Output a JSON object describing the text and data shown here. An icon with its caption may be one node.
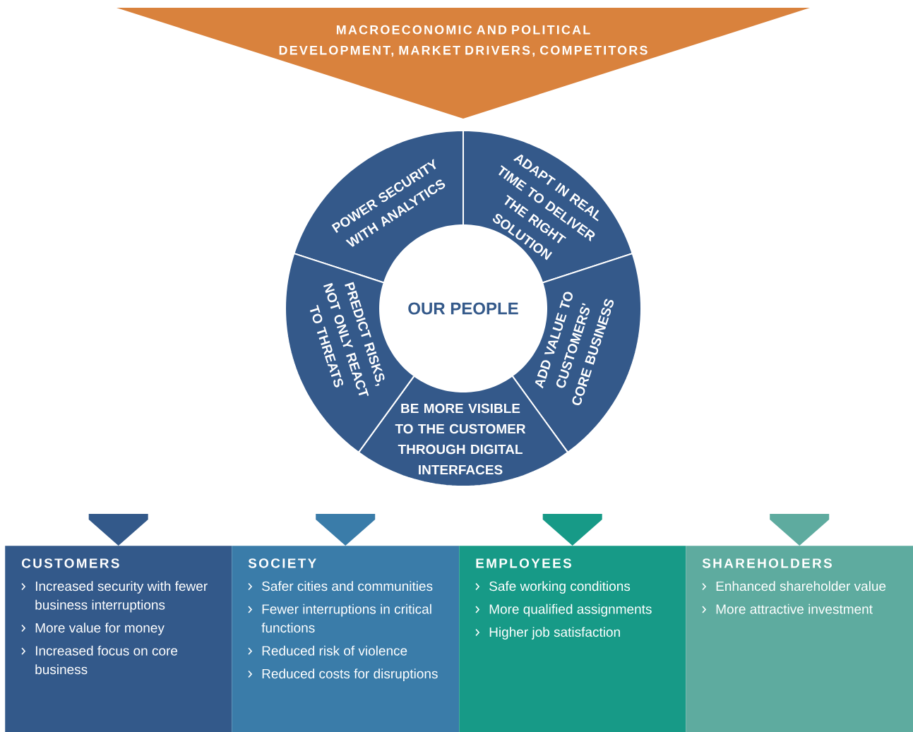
{
  "diagram": {
    "nodes": [
      {
        "text": [
          "MACROECONOMIC AND POLITICAL DEVELOPMENT, MARKET DRIVERS, COMPETITORS"
        ]
      },
      {
        "text": [
          "POWER SECURITY WITH ANALYTICS"
        ]
      },
      {
        "text": [
          "ADAPT IN REAL TIME TO DELIVER THE RIGHT SOLUTION"
        ]
      },
      {
        "text": [
          "ADD VALUE TO CUSTOMERS' CORE BUSINESS"
        ]
      },
      {
        "text": [
          "BE MORE VISIBLE TO THE CUSTOMER THROUGH DIGITAL INTERFACES"
        ]
      },
      {
        "text": [
          "PREDICT RISKS, NOT ONLY REACT TO THREATS"
        ]
      },
      {
        "text": [
          "OUR PEOPLE"
        ]
      },
      {
        "text": [
          "CUSTOMERS",
          "Increased security with fewer business interruptions",
          "More value for money",
          "Increased focus on core business"
        ]
      },
      {
        "text": [
          "SOCIETY",
          "Safer cities and communities",
          "Fewer interruptions in critical functions",
          "Reduced risk of violence",
          "Reduced costs for disruptions"
        ]
      },
      {
        "text": [
          "EMPLOYEES",
          "Safe working conditions",
          "More qualified assignments",
          "Higher job satisfaction"
        ]
      },
      {
        "text": [
          "SHAREHOLDERS",
          "Enhanced shareholder value",
          "More attractive investment"
        ]
      }
    ],
    "edges": [
      {
        "from": null,
        "to": 7,
        "arrow": "to",
        "color": "#33598a"
      },
      {
        "from": null,
        "to": 8,
        "arrow": "to",
        "color": "#3a7ca9"
      },
      {
        "from": null,
        "to": 9,
        "arrow": "to",
        "color": "#179a87"
      },
      {
        "from": null,
        "to": 10,
        "arrow": "to",
        "color": "#5eab9f"
      }
    ]
  }
}
